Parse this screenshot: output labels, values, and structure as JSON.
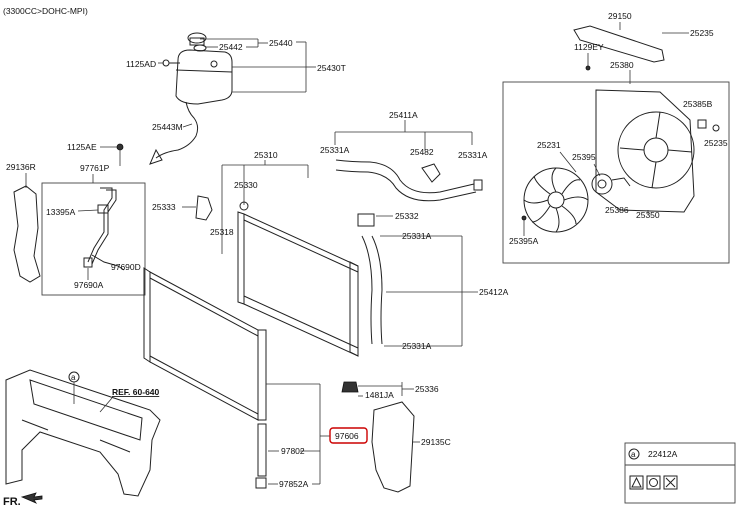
{
  "header": {
    "engine_spec": "(3300CC>DOHC-MPI)"
  },
  "labels": {
    "p25442": "25442",
    "p25440": "25440",
    "p1125AD": "1125AD",
    "p25430T": "25430T",
    "p25443M": "25443M",
    "p1125AE": "1125AE",
    "p97761P": "97761P",
    "p29136R": "29136R",
    "p13395A": "13395A",
    "p97690D": "97690D",
    "p97690A": "97690A",
    "p25310": "25310",
    "p25330": "25330",
    "p25333": "25333",
    "p25318": "25318",
    "p25411A": "25411A",
    "p25331A_1": "25331A",
    "p25482": "25482",
    "p25331A_2": "25331A",
    "p25332": "25332",
    "p25331A_3": "25331A",
    "p25412A": "25412A",
    "p25331A_4": "25331A",
    "p25336": "25336",
    "p1481JA": "1481JA",
    "p29150": "29150",
    "p1129EY": "1129EY",
    "p25235_1": "25235",
    "p25380": "25380",
    "p25385B": "25385B",
    "p25235_2": "25235",
    "p25231": "25231",
    "p25395": "25395",
    "p25386": "25386",
    "p25350": "25350",
    "p25395A": "25395A",
    "p97802": "97802",
    "p97606": "97606",
    "p97852A": "97852A",
    "p29135C": "29135C",
    "ref": "REF. 60-640",
    "callout_a": "a",
    "legend_a": "a",
    "legend_part": "22412A",
    "fr": "FR."
  },
  "highlight_color": "#cc0000"
}
